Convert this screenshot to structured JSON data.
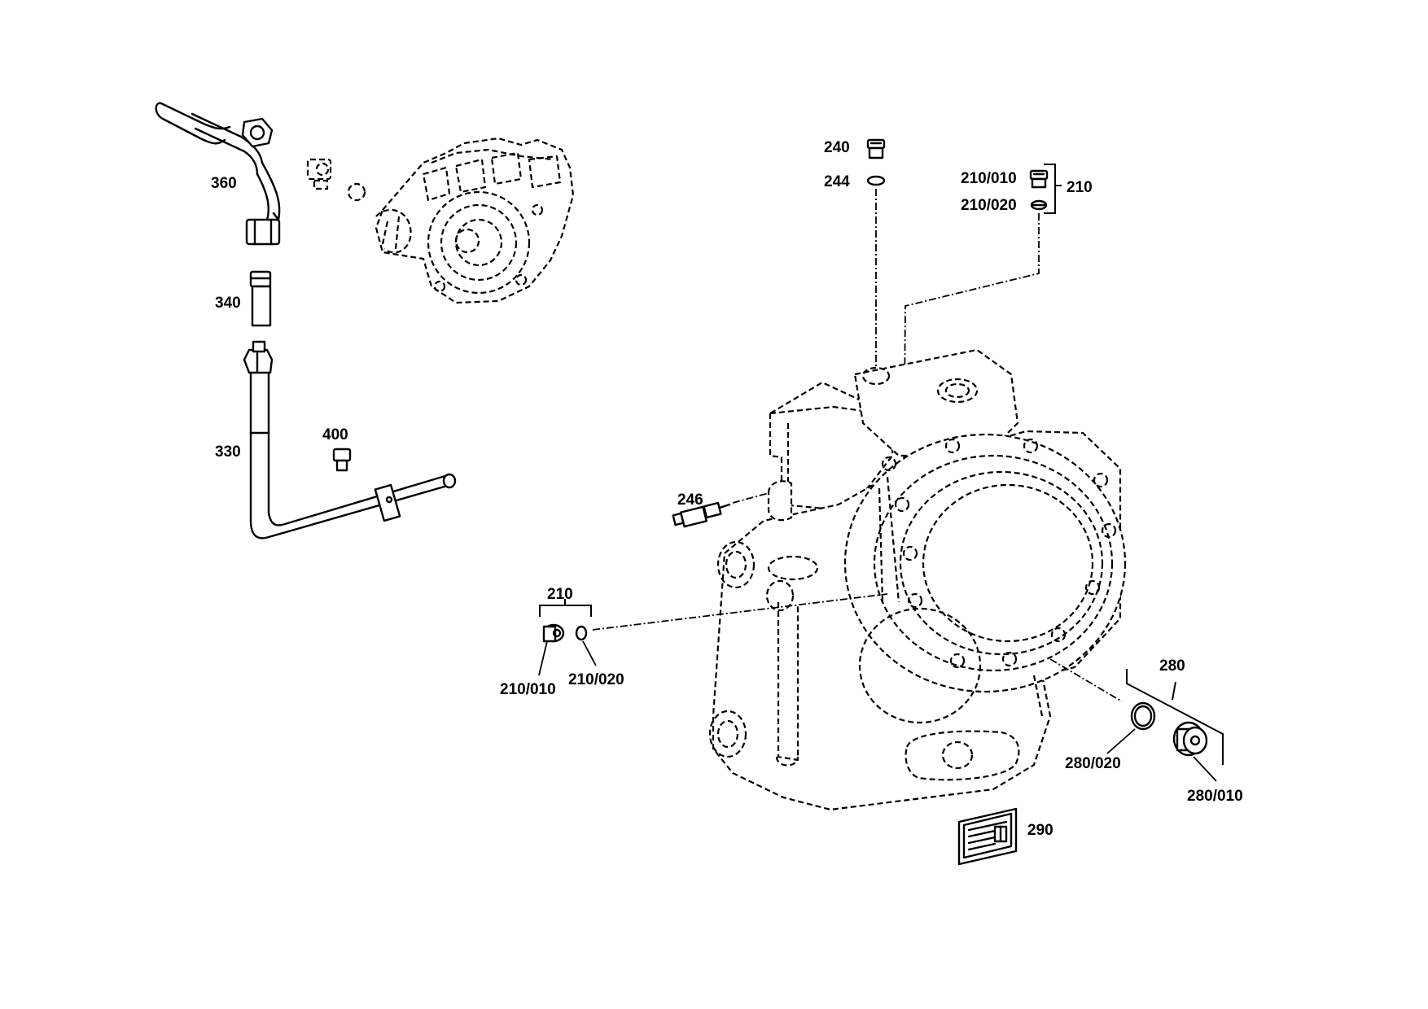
{
  "callouts": {
    "c360": "360",
    "c340": "340",
    "c330": "330",
    "c400": "400",
    "c240": "240",
    "c244": "244",
    "c210_010_top": "210/010",
    "c210_020_top": "210/020",
    "c210_top": "210",
    "c246": "246",
    "c210_left": "210",
    "c210_010_left": "210/010",
    "c210_020_left": "210/020",
    "c280": "280",
    "c280_020": "280/020",
    "c280_010": "280/010",
    "c290": "290"
  },
  "colors": {
    "ink": "#000000",
    "paper": "#ffffff"
  }
}
